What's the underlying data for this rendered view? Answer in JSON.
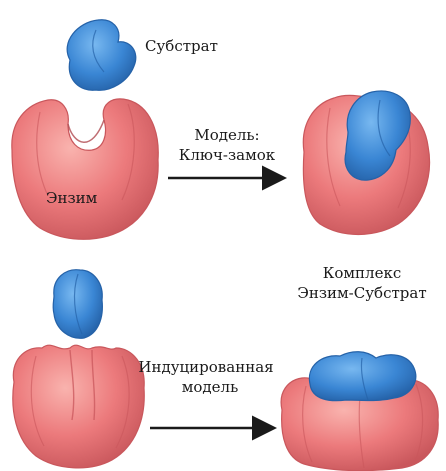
{
  "labels": {
    "substrate": "Субстрат",
    "enzyme": "Энзим",
    "lock_key_line1": "Модель:",
    "lock_key_line2": "Ключ-замок",
    "complex_line1": "Комплекс",
    "complex_line2": "Энзим-Субстрат",
    "induced_line1": "Индуцированная",
    "induced_line2": "модель"
  },
  "colors": {
    "enzyme": "#ec7a7c",
    "enzyme_shadow": "#c9575c",
    "enzyme_light": "#f7a9a6",
    "substrate": "#3a86d4",
    "substrate_shadow": "#2562a8",
    "substrate_light": "#6fb0ee",
    "arrow": "#1a1a1a"
  }
}
